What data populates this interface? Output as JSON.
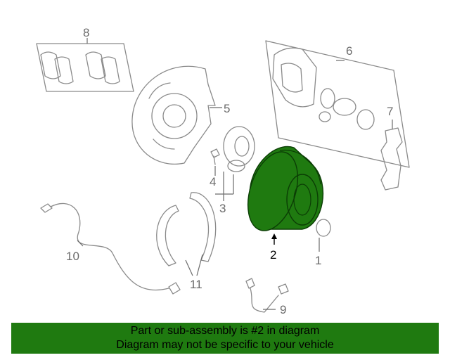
{
  "callouts": {
    "c1": "1",
    "c2": "2",
    "c3": "3",
    "c4": "4",
    "c5": "5",
    "c6": "6",
    "c7": "7",
    "c8": "8",
    "c9": "9",
    "c10": "10",
    "c11": "11"
  },
  "highlight_color": "#1f7a10",
  "banner": {
    "line1": "Part or sub-assembly is #2 in diagram",
    "line2": "Diagram may not be specific to your vehicle"
  }
}
